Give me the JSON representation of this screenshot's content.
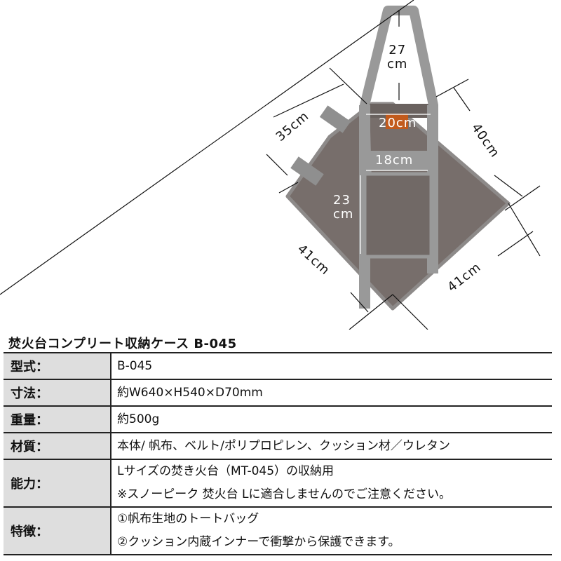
{
  "figure": {
    "description": "Gray canvas tote storage case with handles, dimension annotations",
    "colors": {
      "canvas": "#776e6b",
      "strap": "#9a9a9a",
      "tag": "#c25a1c"
    },
    "dimensions": {
      "handle_height": [
        "27",
        "cm"
      ],
      "top_width": "20cm",
      "left_upper": "35cm",
      "right_upper": "40cm",
      "pocket_width": "18cm",
      "pocket_height": [
        "23",
        "cm"
      ],
      "left_lower": "41cm",
      "right_lower": "41cm"
    }
  },
  "product": {
    "title": "焚火台コンプリート収納ケース B-045"
  },
  "specs": [
    {
      "label": "型式：",
      "lines": [
        "B-045"
      ]
    },
    {
      "label": "寸法：",
      "lines": [
        "約W640×H540×D70mm"
      ]
    },
    {
      "label": "重量：",
      "lines": [
        "約500g"
      ]
    },
    {
      "label": "材質：",
      "lines": [
        "本体/ 帆布、ベルト/ポリプロピレン、クッション材／ウレタン"
      ]
    },
    {
      "label": "能力：",
      "lines": [
        "Lサイズの焚き火台（MT-045）の収納用",
        "※スノーピーク 焚火台 Lに適合しませんのでご注意ください。"
      ]
    },
    {
      "label": "特徴：",
      "lines": [
        "①帆布生地のトートバッグ",
        "②クッション内蔵インナーで衝撃から保護できます。"
      ]
    }
  ]
}
